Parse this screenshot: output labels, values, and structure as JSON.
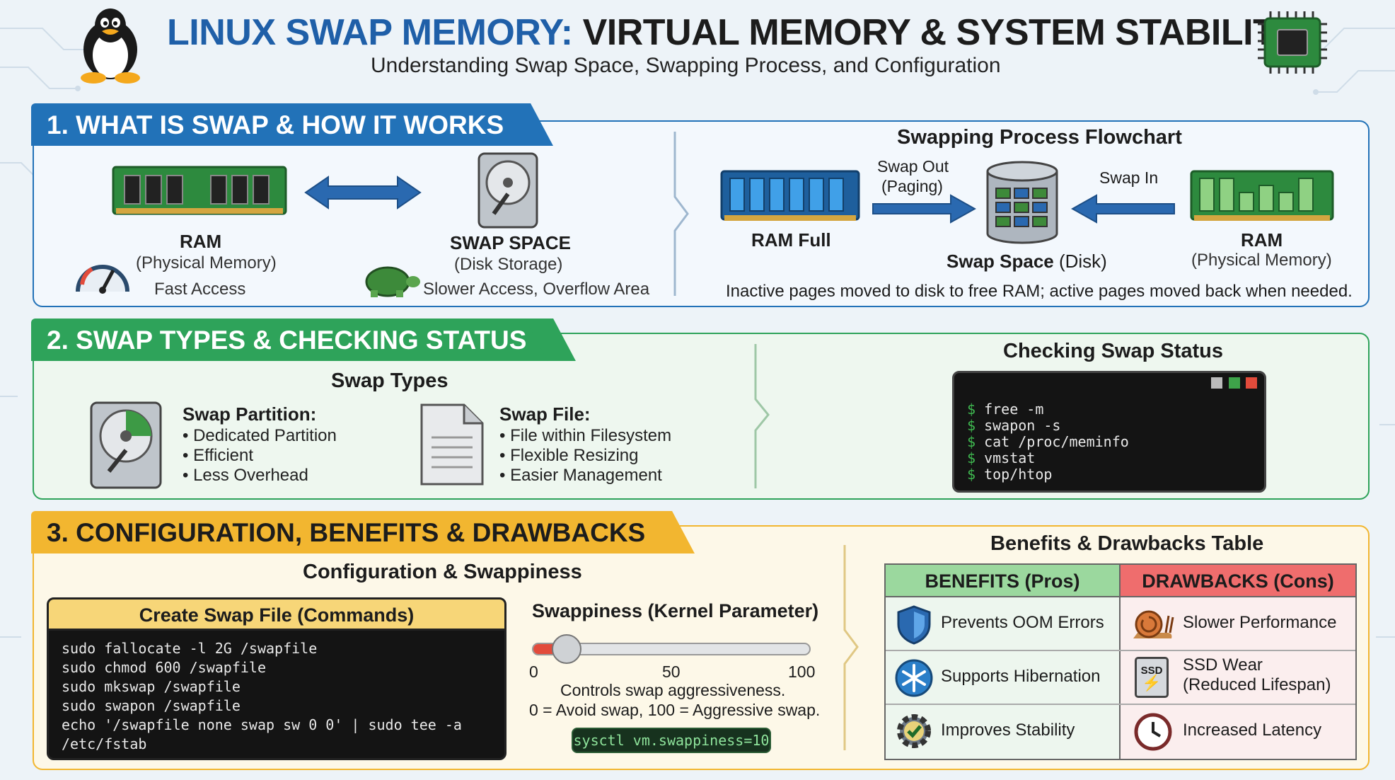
{
  "header": {
    "title_part1": "LINUX SWAP MEMORY:",
    "title_part2": "VIRTUAL MEMORY & SYSTEM STABILITY",
    "subtitle": "Understanding Swap Space, Swapping Process, and Configuration"
  },
  "section1": {
    "tab": "1. WHAT IS SWAP & HOW IT WORKS",
    "ram": {
      "label": "RAM",
      "sub": "(Physical Memory)",
      "note": "Fast Access"
    },
    "swap": {
      "label": "SWAP SPACE",
      "sub": "(Disk Storage)",
      "note": "Slower Access, Overflow Area"
    },
    "flowchart": {
      "title": "Swapping Process Flowchart",
      "ram_full": "RAM Full",
      "swap_out": "Swap Out",
      "paging": "(Paging)",
      "swap_in": "Swap In",
      "swap_space": "Swap Space",
      "disk": "(Disk)",
      "ram": "RAM",
      "ram_sub": "(Physical Memory)",
      "caption": "Inactive pages moved to disk to free RAM; active pages moved back when needed."
    }
  },
  "section2": {
    "tab": "2. SWAP TYPES & CHECKING STATUS",
    "types_title": "Swap Types",
    "partition": {
      "title": "Swap Partition:",
      "bullets": [
        "• Dedicated Partition",
        "• Efficient",
        "• Less Overhead"
      ]
    },
    "file": {
      "title": "Swap File:",
      "bullets": [
        "• File within Filesystem",
        "• Flexible Resizing",
        "• Easier Management"
      ]
    },
    "status_title": "Checking Swap Status",
    "prompt": "$",
    "commands": [
      "free -m",
      "swapon -s",
      "cat /proc/meminfo",
      "vmstat",
      "top/htop"
    ]
  },
  "section3": {
    "tab": "3. CONFIGURATION, BENEFITS & DRAWBACKS",
    "config_title": "Configuration & Swappiness",
    "create_title": "Create Swap File (Commands)",
    "create_cmds": [
      "sudo fallocate -l 2G /swapfile",
      "sudo chmod 600 /swapfile",
      "sudo mkswap /swapfile",
      "sudo swapon /swapfile",
      "echo '/swapfile none swap sw 0 0' | sudo tee -a /etc/fstab"
    ],
    "create_more": "...",
    "swappiness": {
      "title": "Swappiness (Kernel Parameter)",
      "value": 10,
      "min": "0",
      "mid": "50",
      "max": "100",
      "desc1": "Controls swap aggressiveness.",
      "desc2": "0 = Avoid swap, 100 = Aggressive swap.",
      "cmd": "sysctl vm.swappiness=10"
    },
    "table_title": "Benefits & Drawbacks Table",
    "benefits_header": "BENEFITS (Pros)",
    "drawbacks_header": "DRAWBACKS (Cons)",
    "benefits": [
      "Prevents OOM Errors",
      "Supports Hibernation",
      "Improves Stability"
    ],
    "drawbacks": [
      "Slower Performance",
      "SSD Wear",
      "(Reduced Lifespan)",
      "Increased Latency"
    ],
    "ssd_icon_text": "SSD"
  },
  "colors": {
    "blue": "#2272b8",
    "green": "#2ea35a",
    "orange": "#f2b630",
    "title_blue": "#1f5fa8"
  }
}
